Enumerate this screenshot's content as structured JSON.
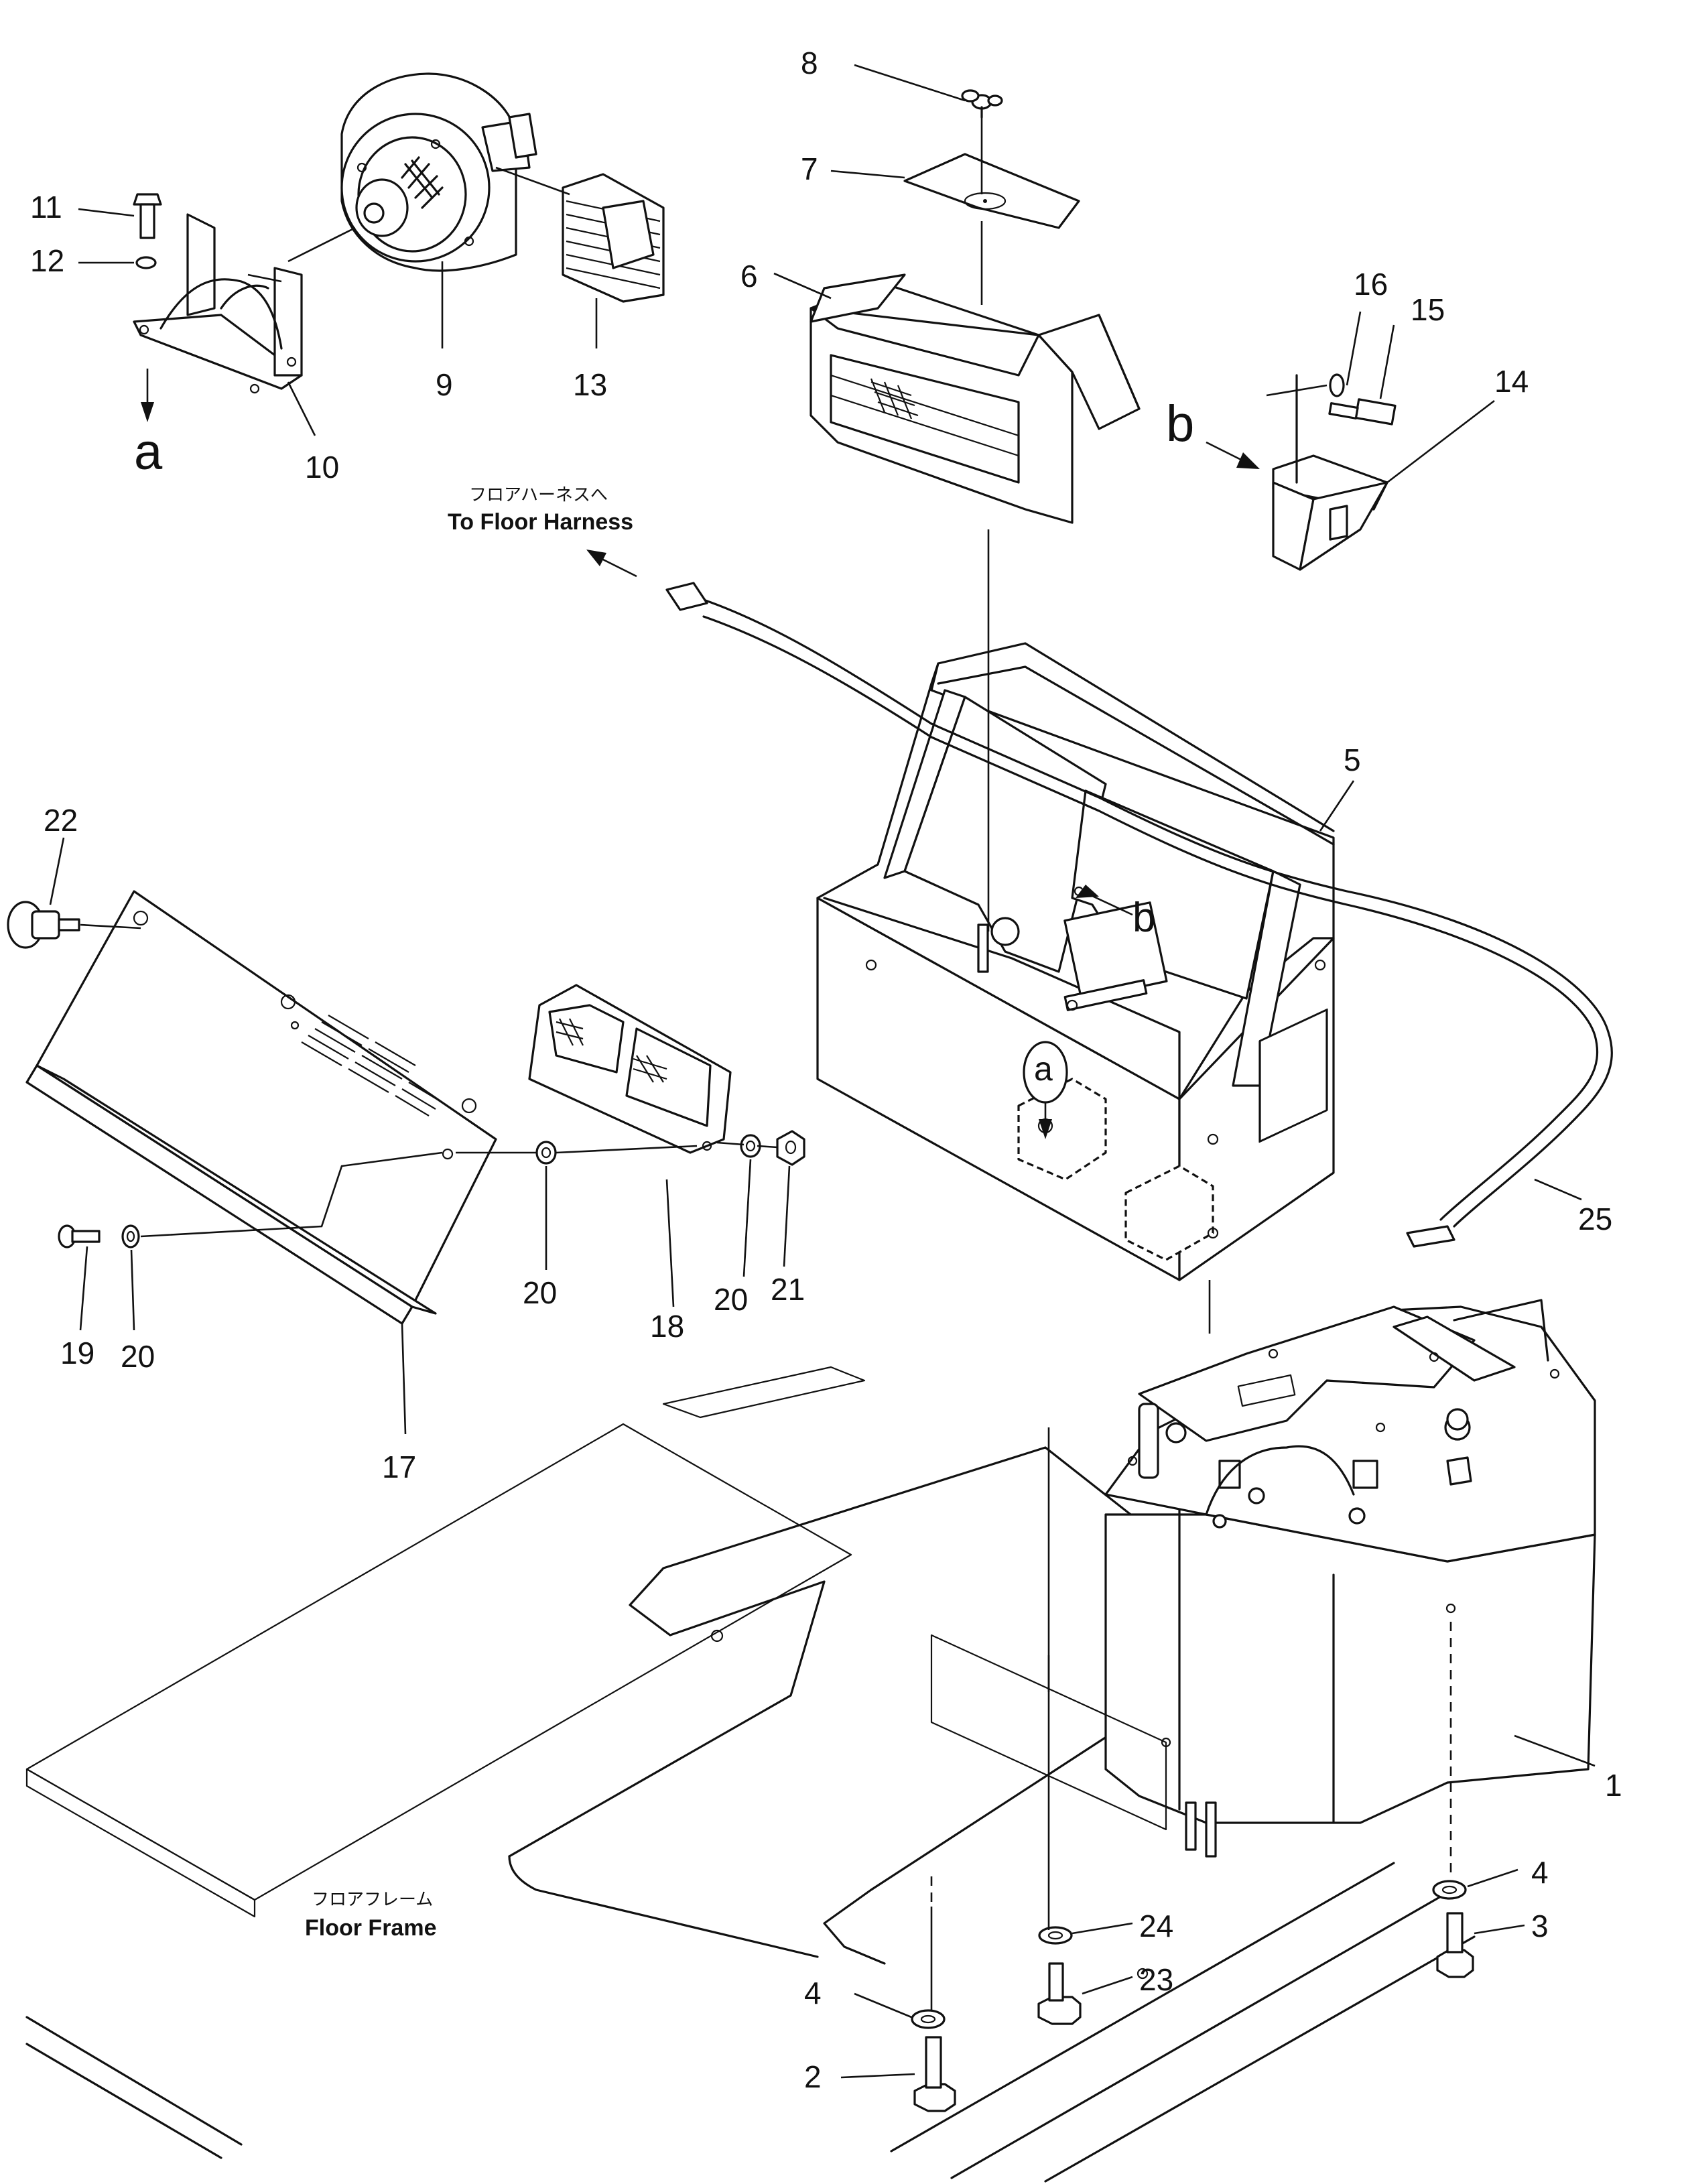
{
  "labels": {
    "p1": "1",
    "p2": "2",
    "p3": "3",
    "p4a": "4",
    "p4b": "4",
    "p5": "5",
    "p6": "6",
    "p7": "7",
    "p8": "8",
    "p9": "9",
    "p10": "10",
    "p11": "11",
    "p12": "12",
    "p13": "13",
    "p14": "14",
    "p15": "15",
    "p16": "16",
    "p17": "17",
    "p18": "18",
    "p19": "19",
    "p20a": "20",
    "p20b": "20",
    "p20c": "20",
    "p21": "21",
    "p22": "22",
    "p23": "23",
    "p24": "24",
    "p25": "25"
  },
  "views": {
    "a_top": "a",
    "a_box": "a",
    "b_bracket": "b",
    "b_box": "b"
  },
  "captions": {
    "harness_jp": "フロアハーネスへ",
    "harness_en": "To Floor Harness",
    "frame_jp": "フロアフレーム",
    "frame_en": "Floor Frame"
  }
}
